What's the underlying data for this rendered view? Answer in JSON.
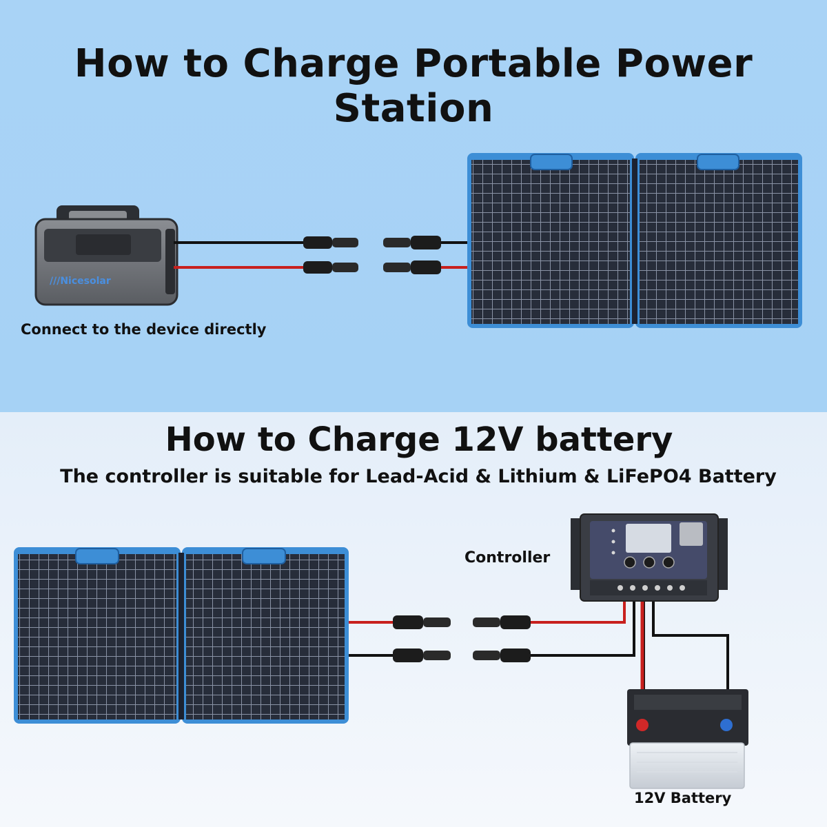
{
  "top": {
    "title": "How to Charge Portable Power Station",
    "device_label": "Connect to the device directly",
    "brand": "Nicesolar"
  },
  "bottom": {
    "title": "How to Charge 12V battery",
    "subtitle": "The controller is suitable for Lead-Acid & Lithium & LiFePO4 Battery",
    "controller_label": "Controller",
    "battery_label": "12V Battery"
  },
  "icons": [
    "power-station-icon",
    "solar-panel-icon",
    "mc4-connector-icon",
    "charge-controller-icon",
    "battery-icon"
  ],
  "colors": {
    "top_bg": "#a8d2f5",
    "bottom_bg": "#eef3f9",
    "panel_frame": "#3d8ed6",
    "positive_wire": "#c8201e",
    "negative_wire": "#111111"
  }
}
